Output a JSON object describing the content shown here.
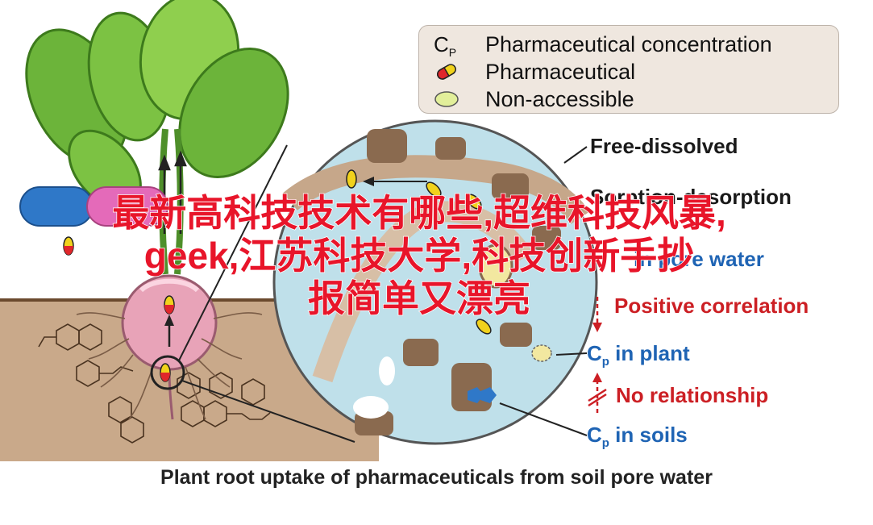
{
  "legend": {
    "items": [
      {
        "symbol": "cp-symbol",
        "cp_main": "C",
        "cp_sub": "P",
        "label": "Pharmaceutical concentration"
      },
      {
        "symbol": "pill-red-yellow",
        "label": "Pharmaceutical"
      },
      {
        "symbol": "oval-green",
        "label": "Non-accessible"
      }
    ]
  },
  "labels": {
    "free_dissolved": "Free-dissolved",
    "sorption_desorption": "Sorption-desorption",
    "pore_water_prefix": "in pore water",
    "positive_correlation": "Positive correlation",
    "cp_plant_main": "C",
    "cp_plant_sub": "p",
    "cp_plant_text": " in plant",
    "no_relationship": "No relationship",
    "cp_soils_main": "C",
    "cp_soils_sub": "p",
    "cp_soils_text": " in soils"
  },
  "watermark": {
    "line1": "最新高科技技术有哪些,超维科技风暴,",
    "line2": "geek,江苏科技大学,科技创新手抄",
    "line3": "报简单又漂亮"
  },
  "caption": "Plant root uptake of pharmaceuticals from soil pore water",
  "colors": {
    "leaf_green": "#6cb43a",
    "root_pink": "#e8a3b8",
    "soil": "#c9a98a",
    "pore_water": "#bfe0ea",
    "blue_text": "#1f64b4",
    "red_text": "#cc1f24"
  }
}
